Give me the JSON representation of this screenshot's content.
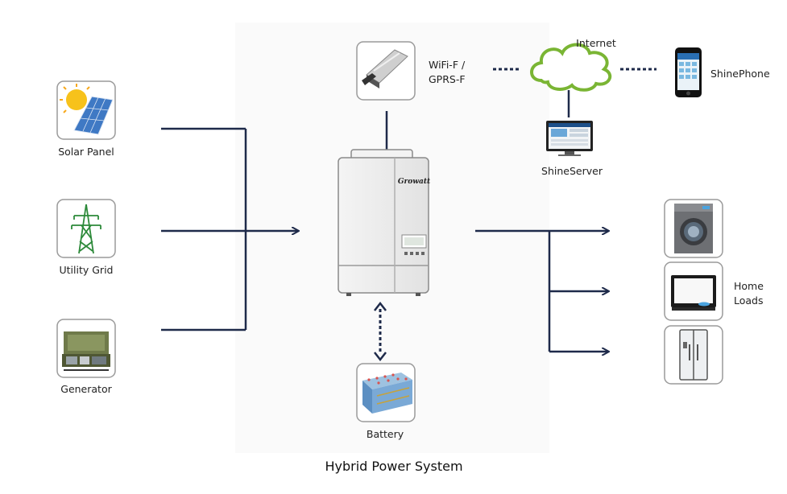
{
  "labels": {
    "solar_panel": "Solar Panel",
    "utility_grid": "Utility Grid",
    "generator": "Generator",
    "wifi_line1": "WiFi-F /",
    "wifi_line2": "GPRS-F",
    "internet": "Internet",
    "shinephone": "ShinePhone",
    "shineserver": "ShineServer",
    "battery": "Battery",
    "home_line1": "Home",
    "home_line2": "Loads",
    "brand": "Growatt"
  },
  "title": "Hybrid Power System",
  "colors": {
    "line": "#1e2a4a",
    "cloud": "#7ab534",
    "frame": "#9a9a9a"
  }
}
